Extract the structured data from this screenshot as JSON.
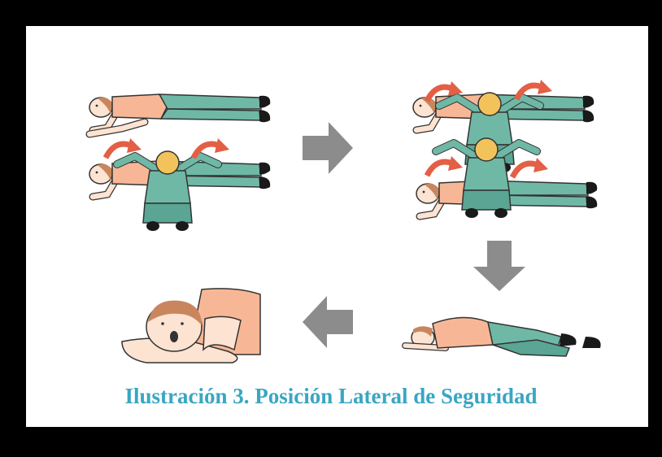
{
  "caption": "Ilustración 3. Posición Lateral de Seguridad",
  "colors": {
    "border": "#000000",
    "background": "#ffffff",
    "caption": "#3aa6c2",
    "arrow": "#8c8c8c",
    "skin": "#fde3d1",
    "shirt_patient": "#f7b796",
    "clothes_rescuer": "#6fb8a6",
    "rescuer_hair": "#f3c35b",
    "rotation_arrow": "#e35f45",
    "shoe": "#1a1a1a",
    "outline": "#333333"
  },
  "icons": [
    "step-arrow-right",
    "step-arrow-down",
    "step-arrow-left",
    "rotation-arrow"
  ]
}
